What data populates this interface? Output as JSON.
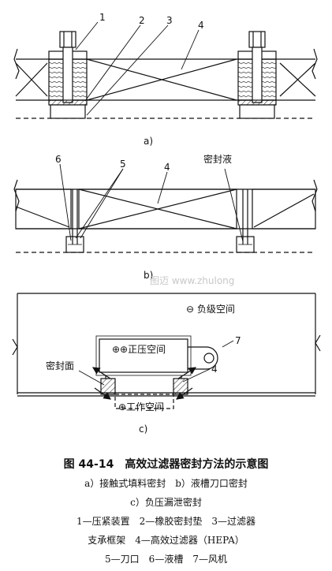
{
  "diagram_a": {
    "callouts": [
      "1",
      "2",
      "3",
      "4"
    ],
    "sublabel": "a)"
  },
  "diagram_b": {
    "callouts": [
      "6",
      "5",
      "4"
    ],
    "seal_liquid": "密封液",
    "sublabel": "b)"
  },
  "diagram_c": {
    "negative_space": "⊖ 负级空间",
    "positive_space": "⊕⊕正压空间",
    "fan_callout": "7",
    "seal_face": "密封面",
    "filter_callout": "4",
    "work_space": "⊕工作空间",
    "sublabel": "c)"
  },
  "watermark": "图迈 www.zhulong",
  "caption": {
    "title": "图 44-14　高效过滤器密封方法的示意图",
    "line1": "a）接触式填料密封　b）液槽刀口密封",
    "line2": "c）负压漏泄密封",
    "line3": "1—压紧装置　2—橡胶密封垫　3—过滤器",
    "line4": "支承框架　4—高效过滤器（HEPA）",
    "line5": "5—刀口　6—液槽　7—风机"
  }
}
